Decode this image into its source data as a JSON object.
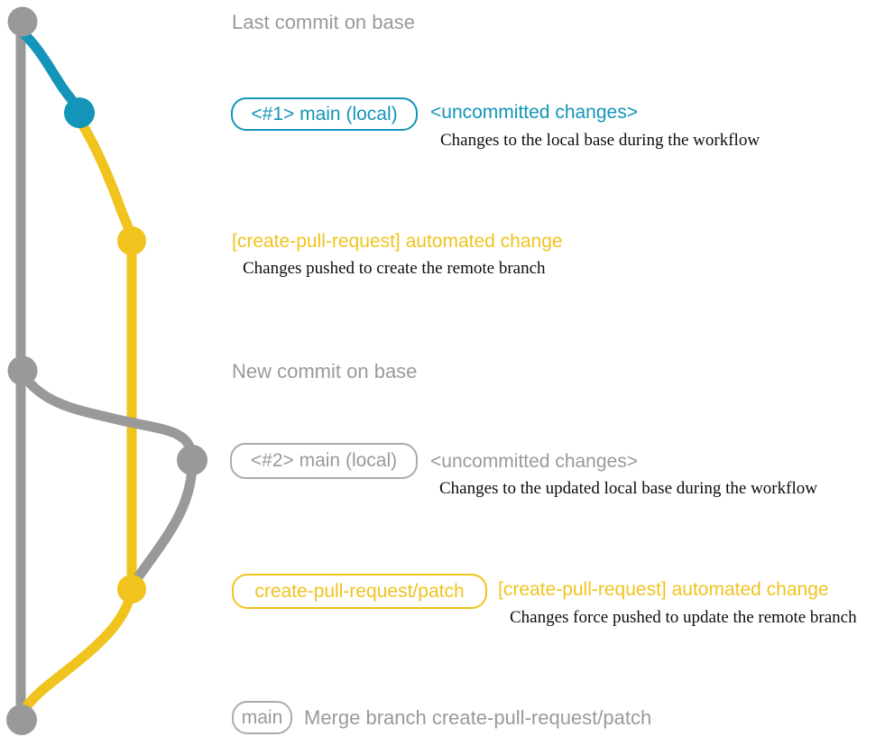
{
  "colors": {
    "gray": "#999999",
    "gray-text": "#9a9a9a",
    "blue": "#1295b8",
    "yellow": "#f0c31f",
    "ink": "#0d0d0d"
  },
  "annotations": {
    "last_commit": "Last commit on base",
    "local1": {
      "tag": "<#1> main (local)",
      "status": "<uncommitted changes>",
      "desc": "Changes to the local base during the workflow"
    },
    "push1": {
      "title": "[create-pull-request] automated change",
      "desc": "Changes pushed to create the remote branch"
    },
    "new_commit": "New commit on base",
    "local2": {
      "tag": "<#2> main (local)",
      "status": "<uncommitted changes>",
      "desc": "Changes to the updated local base during the workflow"
    },
    "push2": {
      "tag": "create-pull-request/patch",
      "title": "[create-pull-request] automated change",
      "desc": "Changes force pushed to update the remote branch"
    },
    "merge": {
      "tag": "main",
      "desc": "Merge branch create-pull-request/patch"
    }
  }
}
